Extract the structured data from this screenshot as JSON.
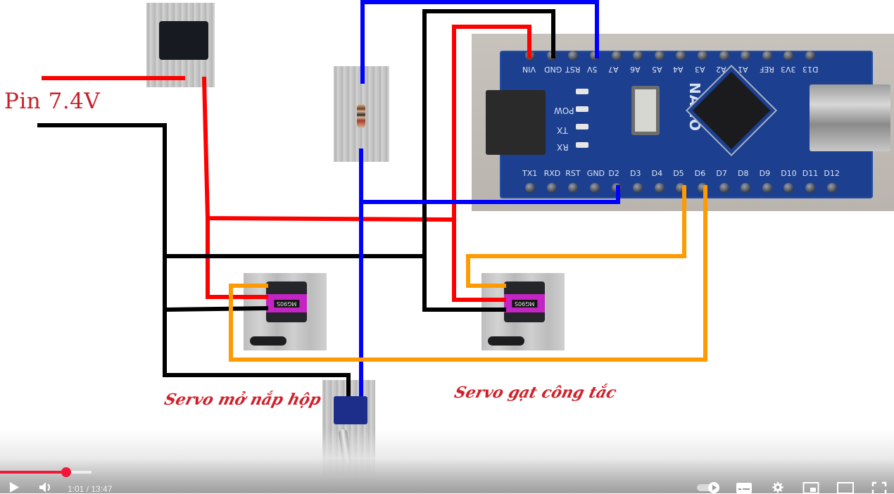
{
  "diagram": {
    "battery_label": "Pin 7.4V",
    "servo_labels": [
      "Servo mở nắp hộp",
      "Servo gạt công tắc"
    ],
    "servo_model": "MG90S",
    "board": {
      "name": "NANO",
      "top_pins": [
        "VIN",
        "GND",
        "RST",
        "5V",
        "A7",
        "A6",
        "A5",
        "A4",
        "A3",
        "A2",
        "A1",
        "REF",
        "3V3",
        "D13"
      ],
      "bottom_pins": [
        "TX1",
        "RXD",
        "RST",
        "GND",
        "D2",
        "D3",
        "D4",
        "D5",
        "D6",
        "D7",
        "D8",
        "D9",
        "D10",
        "D11",
        "D12"
      ],
      "led_labels": [
        "POW",
        "TX",
        "RX"
      ]
    },
    "wire_colors": {
      "power": "#ff0000",
      "ground": "#000000",
      "signal_d2": "#0000ff",
      "servo_signal": "#ff9a00"
    }
  },
  "player": {
    "current_time": "1:01",
    "duration": "13:47",
    "time_display": "1:01 / 13:47",
    "progress_fraction": 0.0737,
    "buffered_fraction": 0.102,
    "accent_color": "#f2173a",
    "controls": [
      {
        "name": "play",
        "icon": "play-icon"
      },
      {
        "name": "volume",
        "icon": "volume-icon"
      },
      {
        "name": "autoplay",
        "icon": "autoplay-toggle-icon"
      },
      {
        "name": "subtitles",
        "icon": "subtitles-icon"
      },
      {
        "name": "settings",
        "icon": "gear-icon"
      },
      {
        "name": "miniplayer",
        "icon": "miniplayer-icon"
      },
      {
        "name": "theater",
        "icon": "theater-icon"
      },
      {
        "name": "fullscreen",
        "icon": "fullscreen-icon"
      }
    ]
  }
}
